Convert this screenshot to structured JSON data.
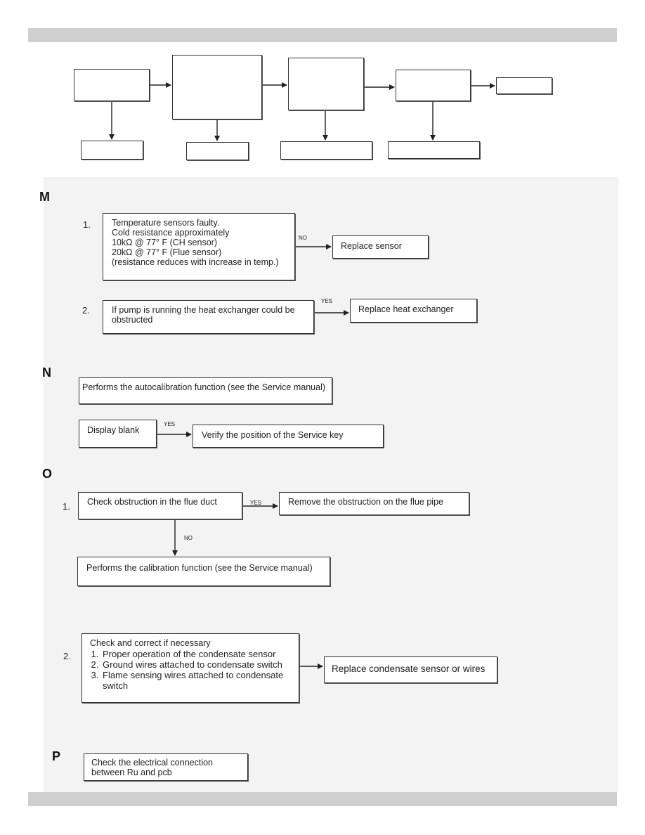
{
  "sections": {
    "M": {
      "letter": "M",
      "item1_num": "1.",
      "item1_text": "Temperature sensors faulty.\nCold resistance approximately\n10kΩ @ 77° F (CH sensor)\n20kΩ @ 77° F (Flue sensor)\n(resistance reduces with increase in temp.)",
      "item1_arrow": "NO",
      "item1_result": "Replace sensor",
      "item2_num": "2.",
      "item2_text": "If pump is running the heat exchanger could be\nobstructed",
      "item2_arrow": "YES",
      "item2_result": "Replace heat exchanger"
    },
    "N": {
      "letter": "N",
      "autocal_text": "Performs the autocalibration function (see the Service manual)",
      "display_text": "Display blank",
      "display_arrow": "YES",
      "display_result": "Verify the position of the Service key"
    },
    "O": {
      "letter": "O",
      "item1_num": "1.",
      "item1_text": "Check obstruction in the flue duct",
      "item1_yes": "YES",
      "item1_yes_result": "Remove the obstruction on the flue pipe",
      "item1_no": "NO",
      "item1_no_result": "Performs the calibration function (see the Service manual)",
      "item2_num": "2.",
      "item2_intro": "Check and correct if necessary",
      "item2_list": [
        "Proper operation of the condensate sensor",
        "Ground wires attached to condensate switch",
        "Flame sensing wires attached to condensate switch"
      ],
      "item2_result": "Replace condensate sensor or wires"
    },
    "P": {
      "letter": "P",
      "text": "Check  the electrical connection\nbetween Ru and pcb"
    }
  }
}
